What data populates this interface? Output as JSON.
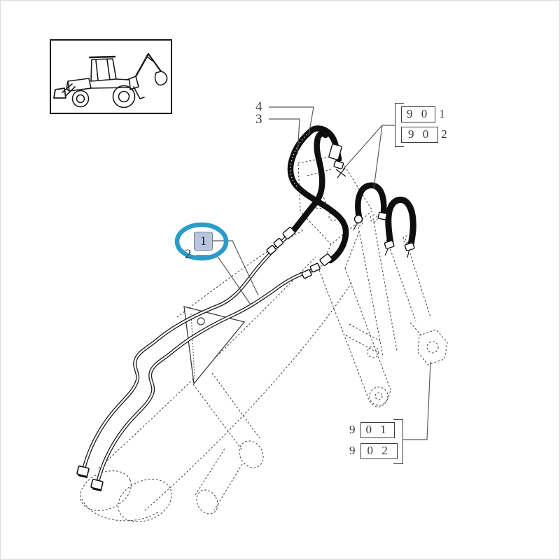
{
  "title": "backhoe-boom-hydraulic-lines-diagram",
  "thumbnail": {
    "icon": "backhoe-loader"
  },
  "callouts": {
    "part4": "4",
    "part3": "3",
    "part2": "2",
    "part1": "1",
    "highlighted_part": "1"
  },
  "ref_top": {
    "rows": [
      {
        "boxed": "9 0",
        "outside": "1"
      },
      {
        "boxed": "9 0",
        "outside": "2"
      }
    ]
  },
  "ref_bottom": {
    "rows": [
      {
        "outside": "9",
        "boxed": "0 1"
      },
      {
        "outside": "9",
        "boxed": "0 2"
      }
    ]
  },
  "colors": {
    "highlight": "#2a9cc9",
    "chip_fill": "#b9c4dd",
    "chip_border": "#76829c",
    "hose": "#0e0e0e",
    "line": "#3c3c3c"
  }
}
